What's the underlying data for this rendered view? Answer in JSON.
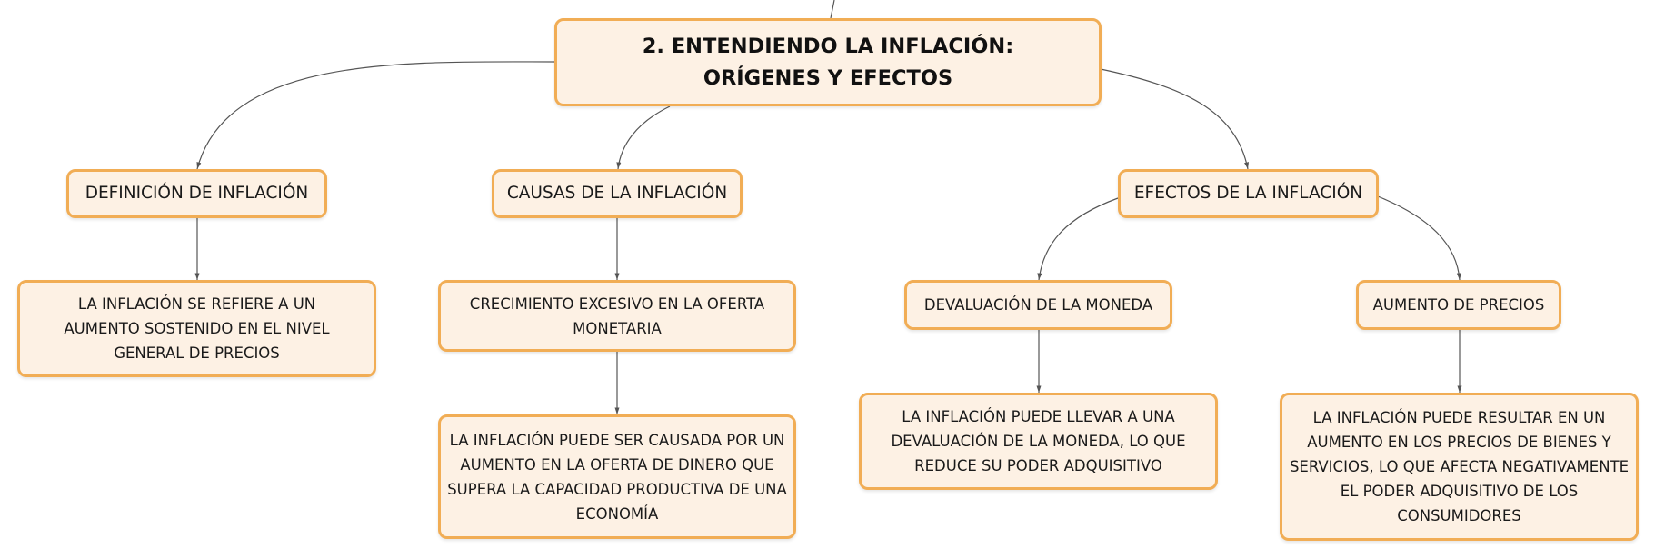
{
  "diagram": {
    "root": "2. ENTENDIENDO LA INFLACIÓN: ORÍGENES Y EFECTOS",
    "branches": {
      "definicion": {
        "label": "DEFINICIÓN DE INFLACIÓN",
        "detail": "LA INFLACIÓN SE REFIERE A UN AUMENTO SOSTENIDO EN EL NIVEL GENERAL DE PRECIOS"
      },
      "causas": {
        "label": "CAUSAS DE LA INFLACIÓN",
        "cause": "CRECIMIENTO EXCESIVO EN LA OFERTA MONETARIA",
        "detail": "LA INFLACIÓN PUEDE SER CAUSADA POR UN AUMENTO EN LA OFERTA DE DINERO QUE SUPERA LA CAPACIDAD PRODUCTIVA DE UNA ECONOMÍA"
      },
      "efectos": {
        "label": "EFECTOS DE LA INFLACIÓN",
        "devaluacion": {
          "label": "DEVALUACIÓN DE LA MONEDA",
          "detail": "LA INFLACIÓN PUEDE LLEVAR A UNA DEVALUACIÓN DE LA MONEDA, LO QUE REDUCE SU PODER ADQUISITIVO"
        },
        "precios": {
          "label": "AUMENTO DE PRECIOS",
          "detail": "LA INFLACIÓN PUEDE RESULTAR EN UN AUMENTO EN LOS PRECIOS DE BIENES Y SERVICIOS, LO QUE AFECTA NEGATIVAMENTE EL PODER ADQUISITIVO DE LOS CONSUMIDORES"
        }
      }
    }
  }
}
